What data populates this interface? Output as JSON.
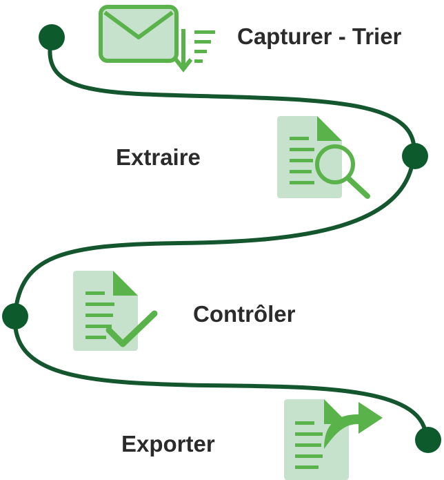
{
  "colors": {
    "path": "#14572e",
    "dot": "#0d5a2c",
    "icon_light": "#c6e2cc",
    "icon_green": "#59b34a",
    "icon_mid": "#3f9a44",
    "text": "#2b2b2b"
  },
  "steps": [
    {
      "label": "Capturer - Trier",
      "icon": "envelope-sort-icon"
    },
    {
      "label": "Extraire",
      "icon": "document-magnifier-icon"
    },
    {
      "label": "Contrôler",
      "icon": "document-check-icon"
    },
    {
      "label": "Exporter",
      "icon": "document-export-icon"
    }
  ]
}
